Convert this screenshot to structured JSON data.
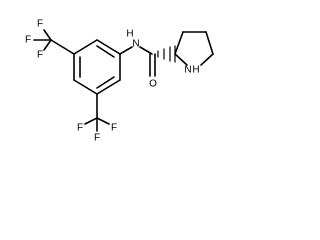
{
  "molecule": {
    "atoms": {
      "nh_amide": "N",
      "h_amide": "H",
      "o_carbonyl": "O",
      "nh_ring": "N",
      "h_ring": "H",
      "cf3_top": {
        "f1": "F",
        "f2": "F",
        "f3": "F"
      },
      "cf3_bottom": {
        "f1": "F",
        "f2": "F",
        "f3": "F"
      }
    }
  }
}
